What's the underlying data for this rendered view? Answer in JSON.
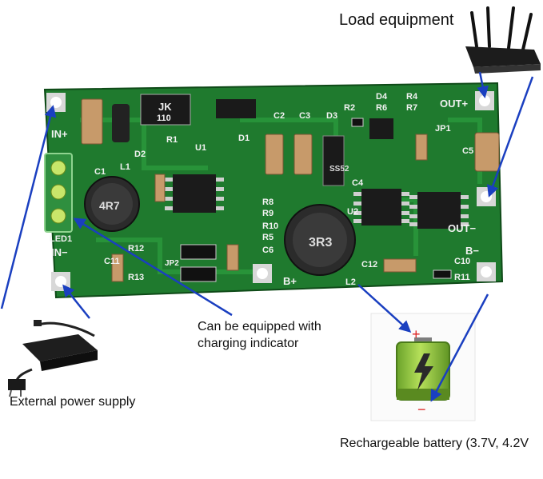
{
  "labels": {
    "load_equipment": "Load equipment",
    "indicator_line1": "Can be equipped with",
    "indicator_line2": "charging indicator",
    "external_power": "External power supply",
    "battery": "Rechargeable battery (3.7V, 4.2V"
  },
  "board": {
    "silkscreen": {
      "in_plus": "IN+",
      "in_minus": "IN−",
      "out_plus": "OUT+",
      "out_minus": "OUT−",
      "b_plus": "B+",
      "b_minus": "B−",
      "led": "LED1",
      "jk": "JK",
      "jk_val": "110",
      "d1": "D1",
      "d2": "D2",
      "d3": "D3",
      "d4": "D4",
      "r1": "R1",
      "r2": "R2",
      "r4": "R4",
      "r5": "R5",
      "r6": "R6",
      "r7": "R7",
      "r8": "R8",
      "r9": "R9",
      "r10": "R10",
      "r11": "R11",
      "r12": "R12",
      "r13": "R13",
      "c1": "C1",
      "c2": "C2",
      "c3": "C3",
      "c4": "C4",
      "c5": "C5",
      "c6": "C6",
      "c10": "C10",
      "c11": "C11",
      "c12": "C12",
      "l1": "L1",
      "l2": "L2",
      "u1": "U1",
      "u2": "U2",
      "jp1": "JP1",
      "jp2": "JP2",
      "ind1": "4R7",
      "ind2": "3R3",
      "ss52": "SS52"
    }
  },
  "colors": {
    "pcb": "#1f7a2e",
    "pcb_dark": "#145a20",
    "arrow": "#1a3fc0",
    "silk": "#f2f2f2",
    "battery_green": "#8cc63f"
  },
  "icons": {
    "router": "router-icon",
    "adapter": "power-adapter-icon",
    "battery": "battery-icon"
  }
}
